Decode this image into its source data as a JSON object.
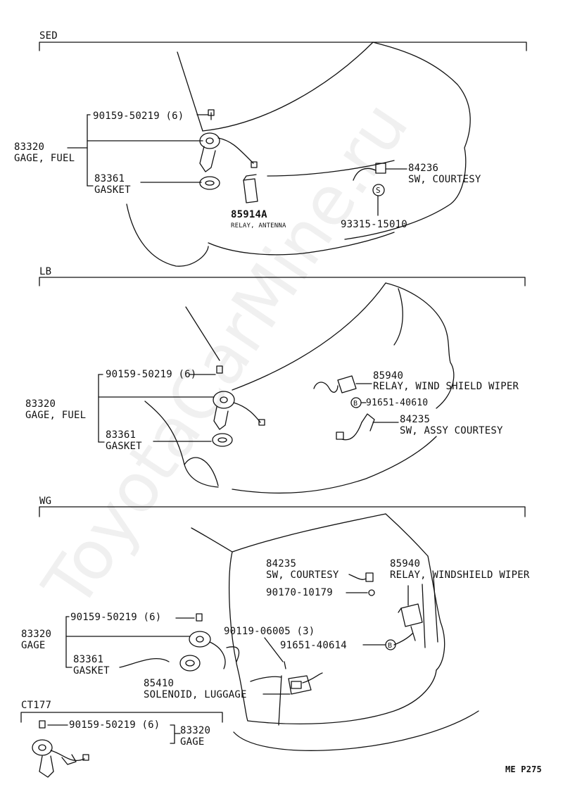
{
  "watermark": "ToyotaCarMine.ru",
  "sections": {
    "sed": {
      "title": "SED",
      "fuel_bolt": "90159-50219 (6)",
      "fuel_gage_num": "83320",
      "fuel_gage_name": "GAGE, FUEL",
      "gasket_num": "83361",
      "gasket_name": "GASKET",
      "relay_num": "85914A",
      "relay_name": "RELAY, ANTENNA",
      "sw_num": "84236",
      "sw_name": "SW, COURTESY",
      "clip_num": "93315-15010",
      "clip_symbol": "S"
    },
    "lb": {
      "title": "LB",
      "fuel_bolt": "90159-50219 (6)",
      "fuel_gage_num": "83320",
      "fuel_gage_name": "GAGE, FUEL",
      "gasket_num": "83361",
      "gasket_name": "GASKET",
      "relay_num": "85940",
      "relay_name": "RELAY, WIND SHIELD WIPER",
      "bolt_num": "91651-40610",
      "bolt_symbol": "B",
      "sw_num": "84235",
      "sw_name": "SW, ASSY COURTESY"
    },
    "wg": {
      "title": "WG",
      "sw_num": "84235",
      "sw_name": "SW, COURTESY",
      "sw_nut": "90170-10179",
      "relay_num": "85940",
      "relay_name": "RELAY, WINDSHIELD WIPER",
      "fuel_bolt": "90159-50219 (6)",
      "gage_num": "83320",
      "gage_name": "GAGE",
      "gasket_num": "83361",
      "gasket_name": "GASKET",
      "screw_num": "90119-06005 (3)",
      "bolt_num": "91651-40614",
      "bolt_symbol": "B",
      "solenoid_num": "85410",
      "solenoid_name": "SOLENOID, LUGGAGE"
    },
    "ct177": {
      "title": "CT177",
      "bolt": "90159-50219 (6)",
      "gage_num": "83320",
      "gage_name": "GAGE"
    }
  },
  "footer_code": "ME P275"
}
